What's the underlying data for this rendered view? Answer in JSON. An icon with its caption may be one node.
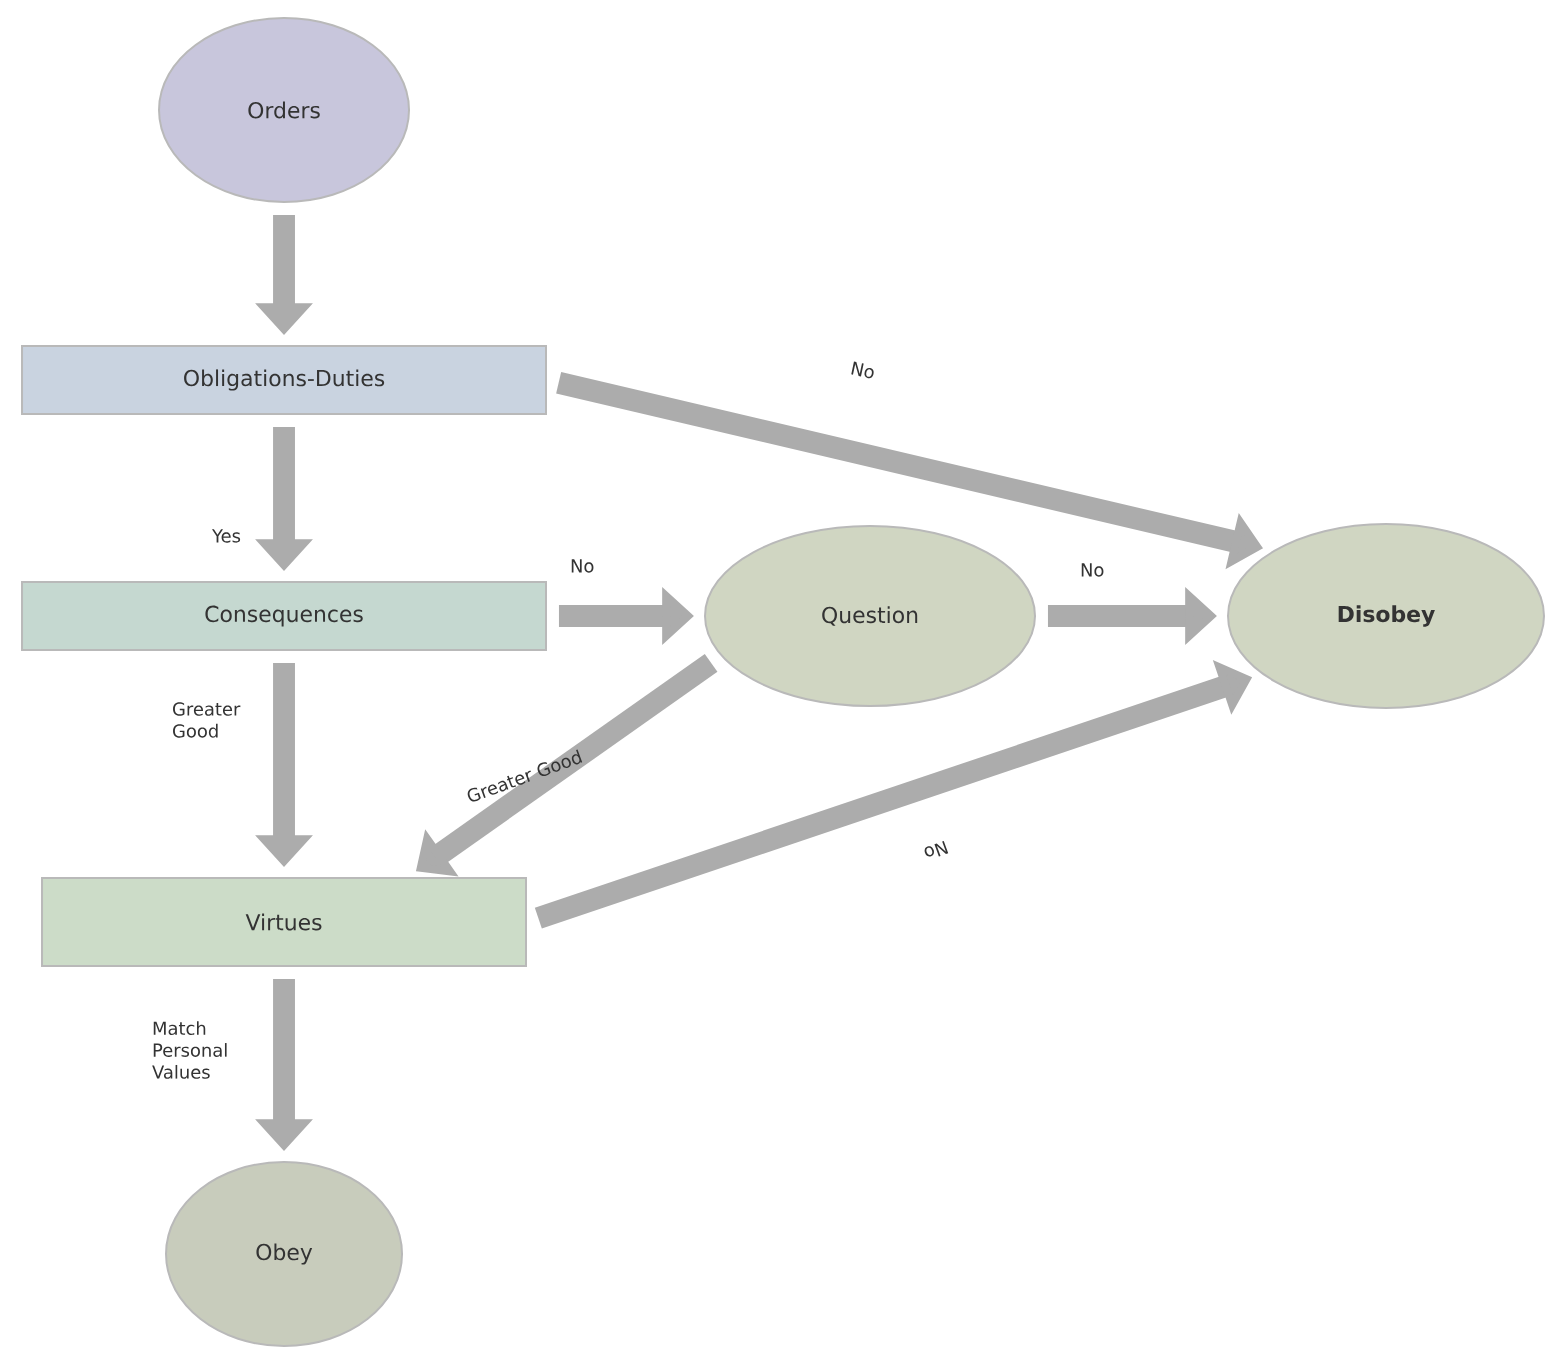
{
  "diagram": {
    "nodes": [
      {
        "text": [
          "Orders"
        ]
      },
      {
        "text": [
          "Obligations-Duties"
        ]
      },
      {
        "text": [
          "Consequences"
        ]
      },
      {
        "text": [
          "Question"
        ]
      },
      {
        "text": [
          "Disobey"
        ]
      },
      {
        "text": [
          "Virtues"
        ]
      },
      {
        "text": [
          "Obey"
        ]
      }
    ],
    "edges": [
      {
        "from": 0,
        "to": 1,
        "arrow": "to"
      },
      {
        "from": 1,
        "to": 2,
        "arrow": "to",
        "label": "Yes"
      },
      {
        "from": 1,
        "to": 4,
        "arrow": "to",
        "label": "No"
      },
      {
        "from": 2,
        "to": 3,
        "arrow": "to",
        "label": "No"
      },
      {
        "from": 3,
        "to": 4,
        "arrow": "to",
        "label": "No"
      },
      {
        "from": 2,
        "to": 5,
        "arrow": "to",
        "label": "Greater Good"
      },
      {
        "from": 3,
        "to": 5,
        "arrow": "to",
        "label": "Greater Good"
      },
      {
        "from": 5,
        "to": 4,
        "arrow": "to",
        "label": "No"
      },
      {
        "from": 5,
        "to": 6,
        "arrow": "to",
        "label": "Match Personal Values"
      }
    ]
  }
}
